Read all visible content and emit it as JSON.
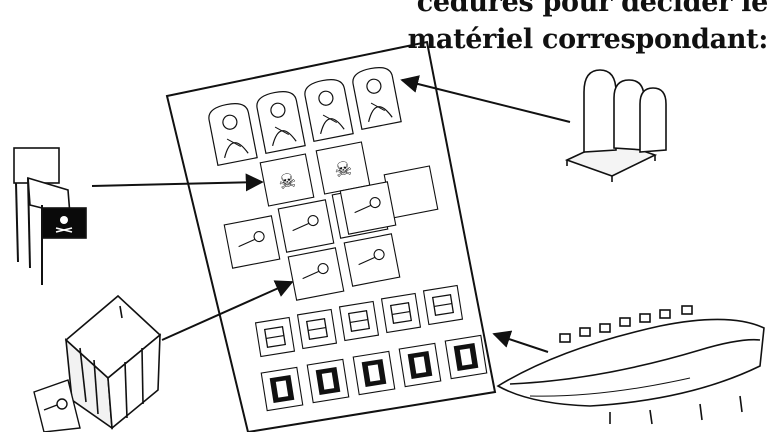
{
  "caption": {
    "line1": "cedures pour décider le",
    "line2": "matériel correspondant:"
  },
  "colors": {
    "ink": "#111111",
    "paper": "#ffffff",
    "flag_black": "#0a0a0a"
  },
  "board": {
    "portrait_count": 4,
    "skull_card_count": 2,
    "blank_card_count": 1,
    "key_card_count": 6,
    "ship_card_count": 5,
    "gate_card_count": 5
  },
  "items": [
    {
      "name": "pirate-figure-stands",
      "icon": "stand-icon"
    },
    {
      "name": "pirate-flags",
      "icon": "flag-icon"
    },
    {
      "name": "wooden-hut",
      "icon": "hut-icon"
    },
    {
      "name": "key-card-loose",
      "icon": "key-icon"
    },
    {
      "name": "pirate-ship",
      "icon": "ship-icon"
    }
  ]
}
